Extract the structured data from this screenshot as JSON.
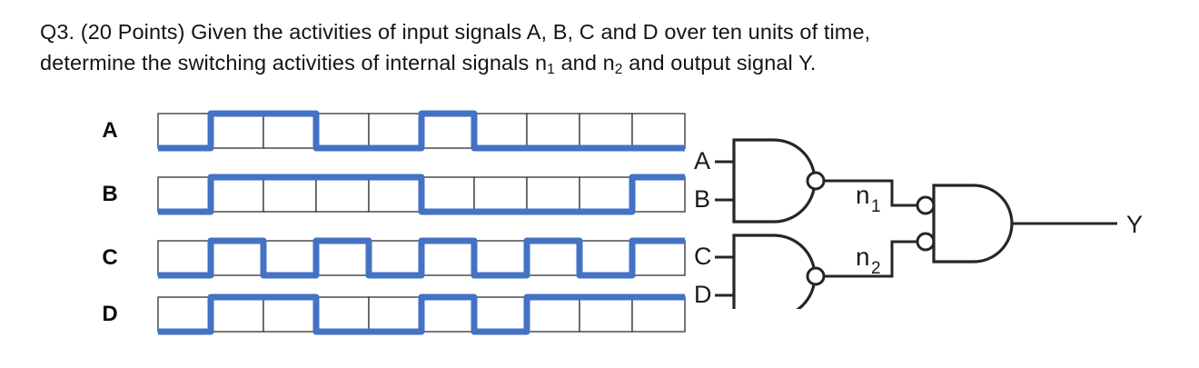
{
  "question": {
    "line1": "Q3. (20 Points) Given the activities of input signals A, B, C and D over ten units of time,",
    "line2_a": "determine the switching activities of internal signals n",
    "line2_sub1": "1",
    "line2_b": " and n",
    "line2_sub2": "2",
    "line2_c": " and output signal Y."
  },
  "timing_diagram": {
    "time_units": 10,
    "waveform_color": "#4472C4",
    "grid_color": "#3f3f3f",
    "signals": [
      {
        "label": "A",
        "values": [
          0,
          1,
          1,
          0,
          0,
          1,
          0,
          0,
          0,
          0
        ]
      },
      {
        "label": "B",
        "values": [
          0,
          1,
          1,
          1,
          1,
          0,
          0,
          0,
          0,
          1
        ]
      },
      {
        "label": "C",
        "values": [
          0,
          1,
          0,
          1,
          0,
          1,
          0,
          1,
          0,
          1
        ]
      },
      {
        "label": "D",
        "values": [
          0,
          1,
          1,
          0,
          0,
          1,
          0,
          1,
          1,
          1
        ]
      }
    ]
  },
  "circuit": {
    "inputs": [
      "A",
      "B",
      "C",
      "D"
    ],
    "gates": [
      {
        "name": "gate-nand-1",
        "type": "NAND",
        "inputs": [
          "A",
          "B"
        ],
        "output": "n1"
      },
      {
        "name": "gate-nand-2",
        "type": "NAND",
        "inputs": [
          "C",
          "D"
        ],
        "output": "n2"
      },
      {
        "name": "gate-and-inverted-inputs",
        "type": "AND-with-inverted-inputs",
        "inputs": [
          "n1",
          "n2"
        ],
        "output": "Y"
      }
    ],
    "internal_nodes": [
      {
        "label": "n",
        "subscript": "1"
      },
      {
        "label": "n",
        "subscript": "2"
      }
    ],
    "output_label": "Y"
  }
}
